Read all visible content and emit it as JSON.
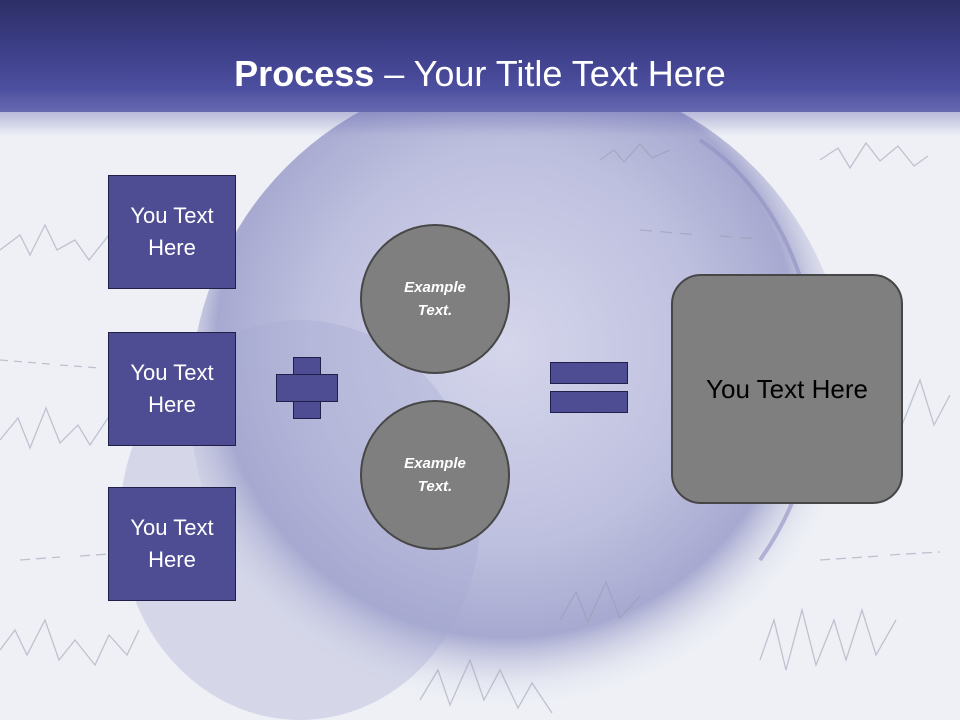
{
  "slide": {
    "title_bold": "Process",
    "title_rest": " – Your Title Text Here"
  },
  "boxes": [
    {
      "label": "You Text Here"
    },
    {
      "label": "You Text Here"
    },
    {
      "label": "You Text Here"
    }
  ],
  "circles": [
    {
      "label": "Example Text."
    },
    {
      "label": "Example Text."
    }
  ],
  "result": {
    "label": "You Text Here"
  },
  "colors": {
    "header": "#3b3d86",
    "box_fill": "#4e4d94",
    "circle_fill": "#7f7f7f",
    "background": "#eef0f6"
  },
  "icons": [
    "plus-icon",
    "equals-icon"
  ]
}
